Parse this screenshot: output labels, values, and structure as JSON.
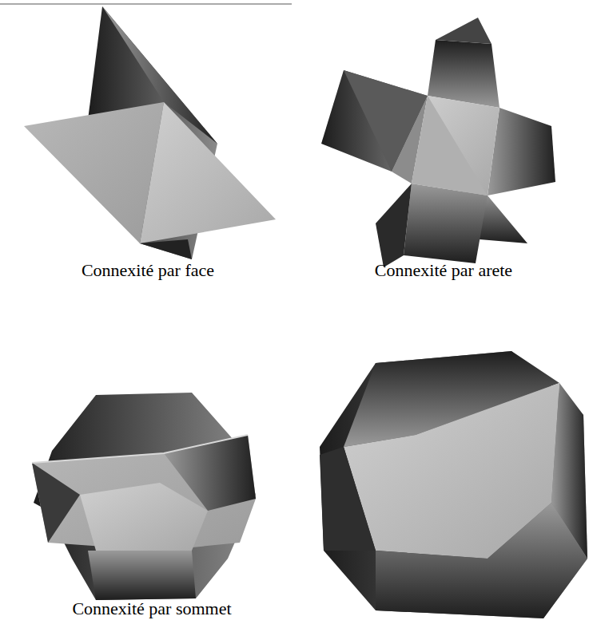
{
  "diagram": {
    "labels": [
      "Connexité par face",
      "Connexité par arete",
      "Connexité par sommet"
    ]
  }
}
